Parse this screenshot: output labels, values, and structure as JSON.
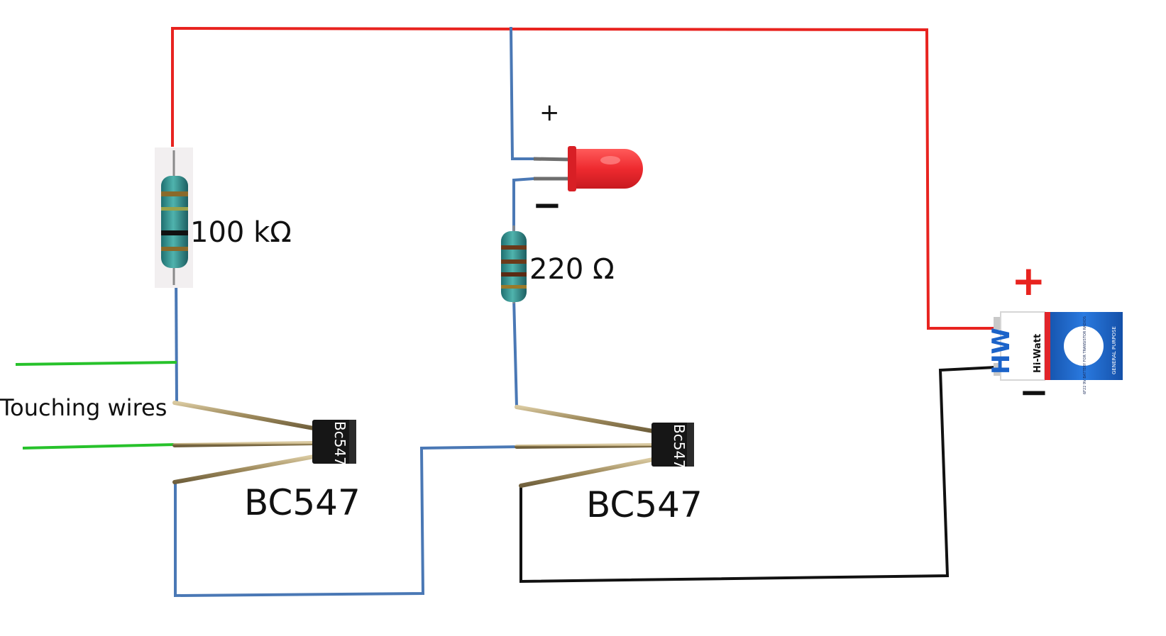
{
  "labels": {
    "r1_value": "100 kΩ",
    "r2_value": "220 Ω",
    "touching_wires": "Touching wires",
    "transistor1_name": "BC547",
    "transistor2_name": "BC547",
    "transistor1_marking": "Bc547",
    "transistor2_marking": "Bc547",
    "led_plus": "+",
    "led_minus": "−",
    "battery_plus": "+",
    "battery_minus": "−"
  },
  "battery": {
    "logo": "HW",
    "brand": "Hi-Watt",
    "spec": "6F22 9V BATTERY FOR TRANSISTOR RADIOS",
    "side": "GENERAL PURPOSE"
  },
  "colors": {
    "positive_wire": "#e8231f",
    "signal_wire": "#4a78b5",
    "ground_wire": "#111111",
    "touch_wire": "#27c22b",
    "led": "#ee2a2f",
    "transistor": "#161616",
    "battery_blue": "#1b63c9"
  }
}
